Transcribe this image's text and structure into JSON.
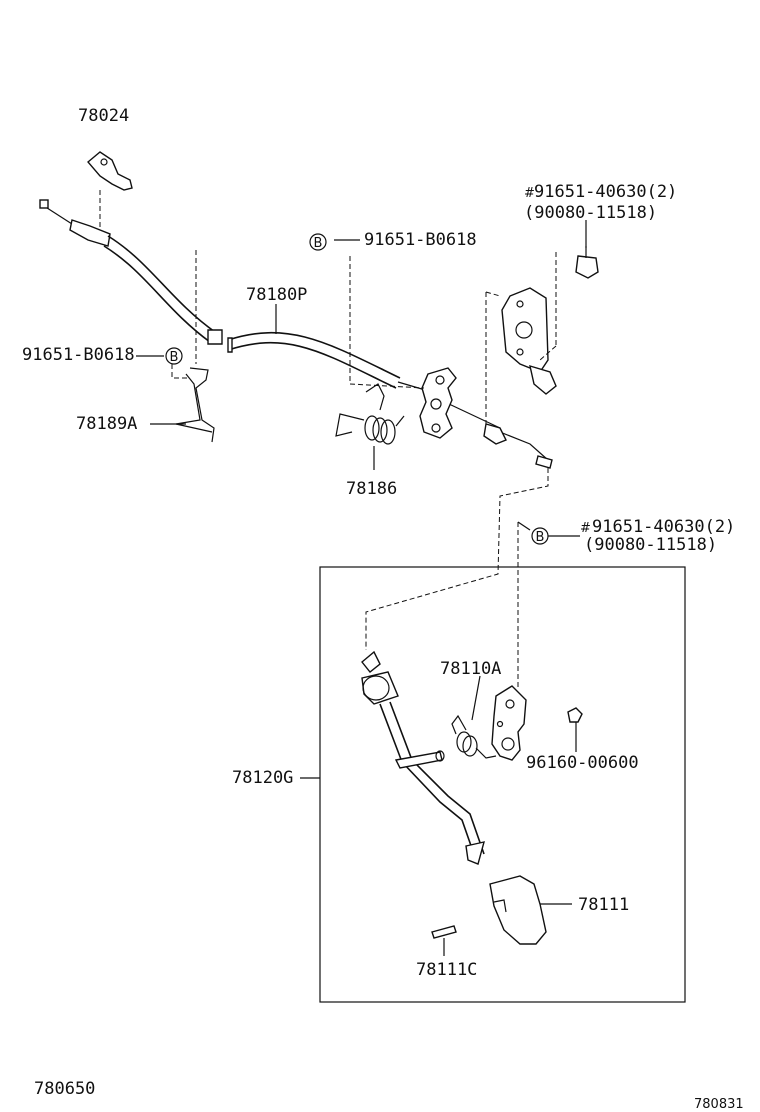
{
  "labels": {
    "p78024": "78024",
    "p91651_40630_top": "91651-40630(2)",
    "p90080_11518_top": "(90080-11518)",
    "p91651_b0618_top": "91651-B0618",
    "p78180p": "78180P",
    "p91651_b0618_left": "91651-B0618",
    "p78189a": "78189A",
    "p78186": "78186",
    "p91651_40630_mid": "91651-40630(2)",
    "p90080_11518_mid": "(90080-11518)",
    "p78110a": "78110A",
    "p78120g": "78120G",
    "p96160_00600": "96160-00600",
    "p78111": "78111",
    "p78111c": "78111C",
    "code_left": "780650",
    "code_right": "780831"
  },
  "marks": {
    "b_symbol": "B",
    "hash_symbol": "#"
  }
}
